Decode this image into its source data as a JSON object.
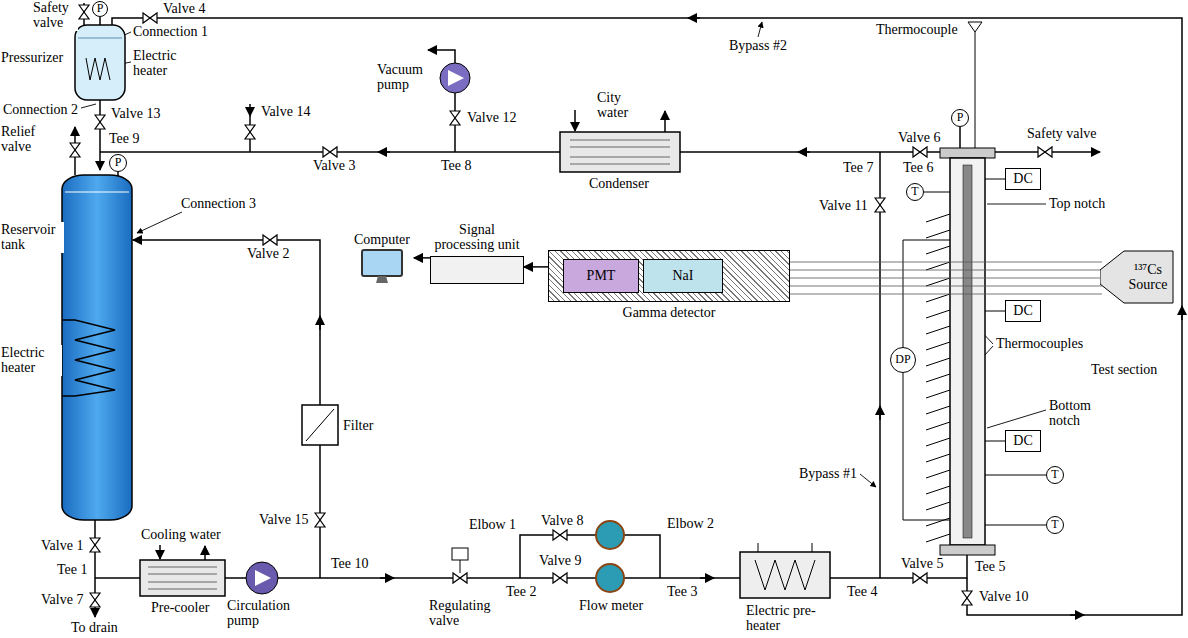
{
  "diagram": {
    "nodes": [
      {
        "text": [
          "Computer"
        ]
      },
      {
        "text": [
          "Signal processing unit"
        ]
      },
      {
        "text": [
          "Gamma detector"
        ]
      },
      {
        "text": [
          "PMT"
        ],
        "in": 2
      },
      {
        "text": [
          "NaI"
        ],
        "in": 2
      },
      {
        "text": [
          "¹³⁷Cs",
          "Source"
        ]
      },
      {
        "text": [
          "DC"
        ]
      },
      {
        "text": [
          "DC"
        ]
      },
      {
        "text": [
          "DC"
        ]
      },
      {
        "text": [
          "P"
        ]
      },
      {
        "text": [
          "P"
        ]
      },
      {
        "text": [
          "P"
        ]
      },
      {
        "text": [
          "T"
        ]
      },
      {
        "text": [
          "DP"
        ]
      },
      {
        "text": [
          "T"
        ]
      },
      {
        "text": [
          "T"
        ]
      }
    ],
    "edges": [
      {
        "from": 2,
        "to": 1,
        "arrow": "to"
      },
      {
        "from": 1,
        "to": 0,
        "arrow": "to"
      }
    ],
    "labels": [
      "Safety valve",
      "Valve 4",
      "Connection 1",
      "Pressurizer",
      "Electric heater",
      "Connection 2",
      "Valve 13",
      "Relief valve",
      "Tee 9",
      "Valve 14",
      "Vacuum pump",
      "Valve 12",
      "Valve 3",
      "Tee 8",
      "City water",
      "Condenser",
      "Bypass #2",
      "Thermocouple",
      "Safety valve",
      "Valve 6",
      "Tee 7",
      "Tee 6",
      "Valve 11",
      "Top notch",
      "Connection 3",
      "Reservoir tank",
      "Valve 2",
      "Electric heater",
      "Filter",
      "Thermocouples",
      "Test section",
      "Bottom notch",
      "Bypass #1",
      "Valve 15",
      "Valve 1",
      "Tee 1",
      "Valve 7",
      "To drain",
      "Cooling water",
      "Pre-cooler",
      "Circulation pump",
      "Tee 10",
      "Regulating valve",
      "Elbow 1",
      "Valve 8",
      "Tee 2",
      "Valve 9",
      "Flow meter",
      "Elbow 2",
      "Tee 3",
      "Electric pre-heater",
      "Tee 4",
      "Valve 5",
      "Tee 5",
      "Valve 10"
    ]
  }
}
